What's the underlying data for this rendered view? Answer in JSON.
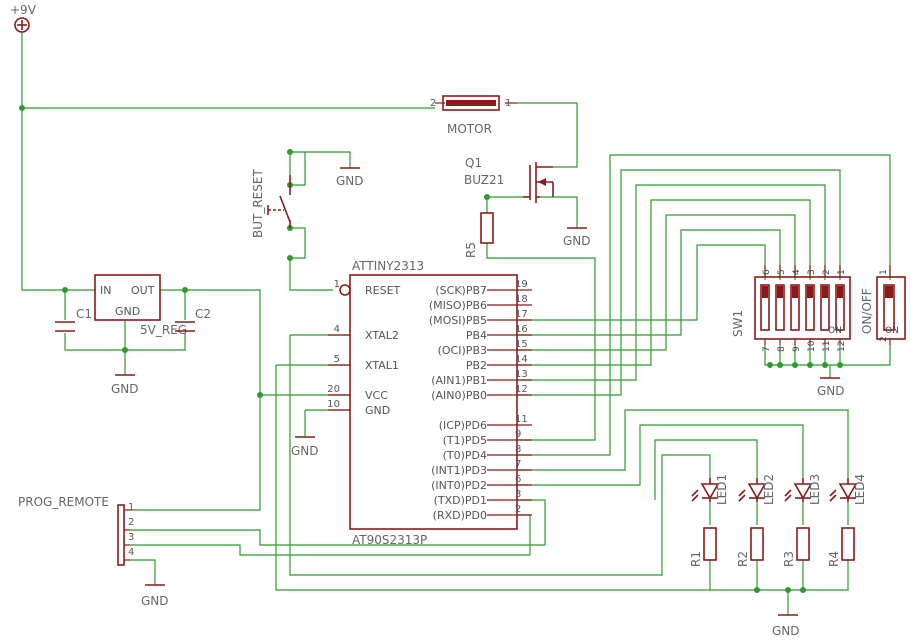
{
  "supply": "+9V",
  "gnd": "GND",
  "motor": {
    "name": "MOTOR",
    "pin1": "1",
    "pin2": "2"
  },
  "q1": {
    "name": "Q1",
    "value": "BUZ21"
  },
  "r5": "R5",
  "button": "BUT_RESET",
  "regulator": {
    "in": "IN",
    "out": "OUT",
    "gnd": "GND",
    "value": "5V_REG"
  },
  "c1": "C1",
  "c2": "C2",
  "mcu": {
    "name": "ATTINY2313",
    "value": "AT90S2313P",
    "left_pins": [
      {
        "num": "1",
        "label": "RESET"
      },
      {
        "num": "4",
        "label": "XTAL2"
      },
      {
        "num": "5",
        "label": "XTAL1"
      },
      {
        "num": "20",
        "label": "VCC"
      },
      {
        "num": "10",
        "label": "GND"
      }
    ],
    "right_pins": [
      {
        "num": "19",
        "label": "(SCK)PB7"
      },
      {
        "num": "18",
        "label": "(MISO)PB6"
      },
      {
        "num": "17",
        "label": "(MOSI)PB5"
      },
      {
        "num": "16",
        "label": "PB4"
      },
      {
        "num": "15",
        "label": "(OCI)PB3"
      },
      {
        "num": "14",
        "label": "PB2"
      },
      {
        "num": "13",
        "label": "(AIN1)PB1"
      },
      {
        "num": "12",
        "label": "(AIN0)PB0"
      },
      {
        "num": "11",
        "label": "(ICP)PD6"
      },
      {
        "num": "9",
        "label": "(T1)PD5"
      },
      {
        "num": "8",
        "label": "(T0)PD4"
      },
      {
        "num": "7",
        "label": "(INT1)PD3"
      },
      {
        "num": "6",
        "label": "(INT0)PD2"
      },
      {
        "num": "3",
        "label": "(TXD)PD1"
      },
      {
        "num": "2",
        "label": "(RXD)PD0"
      }
    ]
  },
  "sw1": {
    "name": "SW1",
    "top_pins": [
      "6",
      "5",
      "4",
      "3",
      "2",
      "1"
    ],
    "bottom_pins": [
      "7",
      "8",
      "9",
      "10",
      "11",
      "12"
    ],
    "on": "ON"
  },
  "onoff": {
    "name": "ON/OFF",
    "pin_top": "1",
    "pin_bottom": "2",
    "on": "ON"
  },
  "prog": {
    "name": "PROG_REMOTE",
    "pins": [
      "1",
      "2",
      "3",
      "4"
    ]
  },
  "leds": [
    "LED1",
    "LED2",
    "LED3",
    "LED4"
  ],
  "resistors": [
    "R1",
    "R2",
    "R3",
    "R4"
  ]
}
